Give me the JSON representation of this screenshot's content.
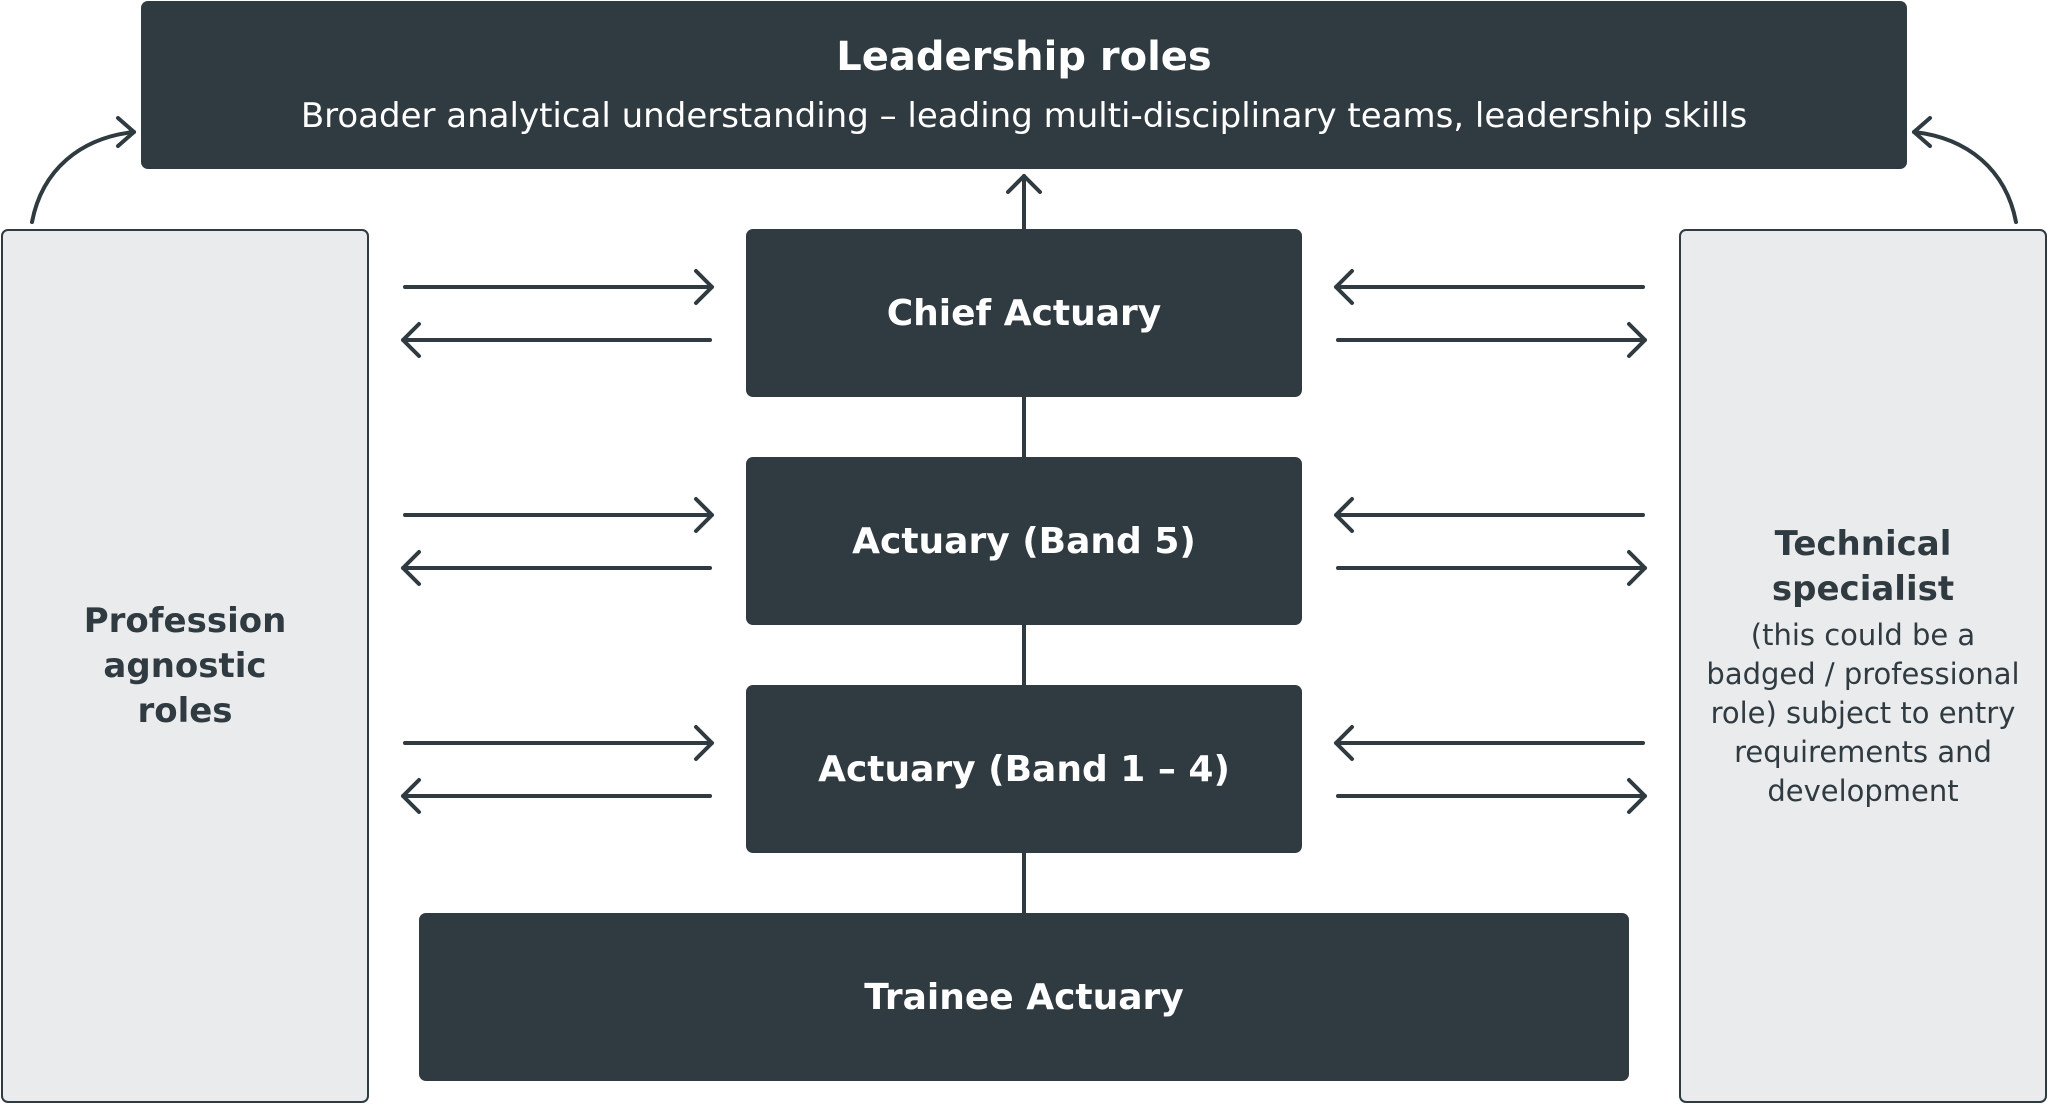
{
  "leadership": {
    "title": "Leadership roles",
    "subtitle": "Broader analytical understanding – leading multi-disciplinary teams, leadership skills"
  },
  "ladder": {
    "chief": "Chief Actuary",
    "band5": "Actuary (Band 5)",
    "band14": "Actuary (Band 1 – 4)",
    "trainee": "Trainee Actuary"
  },
  "left_box": {
    "title": "Profession\nagnostic\nroles"
  },
  "right_box": {
    "title": "Technical\nspecialist",
    "description": "(this could be a\nbadged / professional\nrole) subject to entry\nrequirements and\ndevelopment"
  },
  "colors": {
    "box_fill": "#2f3a41",
    "side_fill": "#eaebed",
    "line": "#2f3a41"
  }
}
